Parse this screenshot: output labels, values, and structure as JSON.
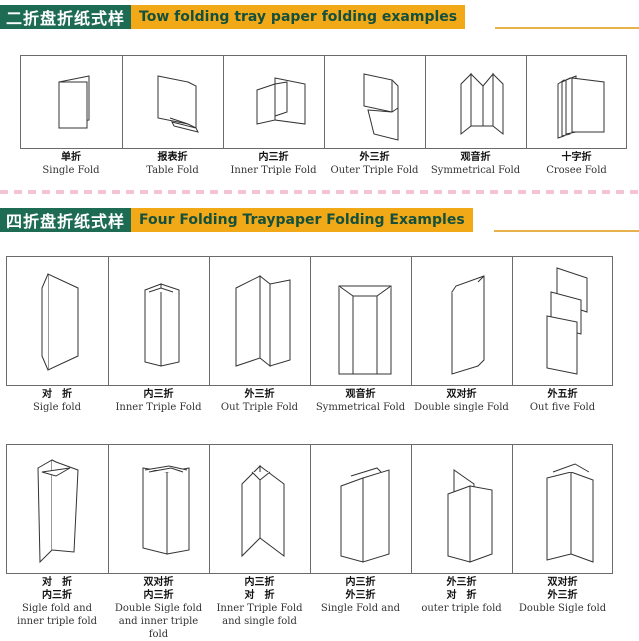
{
  "section1": {
    "title_cn": "二折盘折纸式样",
    "title_en": "Tow folding tray paper folding examples",
    "items": [
      {
        "zh": "单折",
        "en": "Single Fold"
      },
      {
        "zh": "报表折",
        "en": "Table Fold"
      },
      {
        "zh": "内三折",
        "en": "Inner Triple Fold"
      },
      {
        "zh": "外三折",
        "en": "Outer Triple Fold"
      },
      {
        "zh": "观音折",
        "en": "Symmetrical Fold"
      },
      {
        "zh": "十字折",
        "en": "Crosee Fold"
      }
    ]
  },
  "section2": {
    "title_cn": "四折盘折纸式样",
    "title_en": "Four Folding Traypaper  Folding Examples",
    "row1": [
      {
        "zh": "对　折",
        "en": "Sigle fold"
      },
      {
        "zh": "内三折",
        "en": "Inner Triple Fold"
      },
      {
        "zh": "外三折",
        "en": "Out Triple Fold"
      },
      {
        "zh": "观音折",
        "en": "Symmetrical Fold"
      },
      {
        "zh": "双对折",
        "en": "Double single Fold"
      },
      {
        "zh": "外五折",
        "en": "Out five  Fold"
      }
    ],
    "row2": [
      {
        "zh1": "对　折",
        "zh2": "内三折",
        "en1": "Sigle fold and",
        "en2": "inner triple fold"
      },
      {
        "zh1": "双对折",
        "zh2": "内三折",
        "en1": "Double Sigle fold",
        "en2": "and inner triple fold"
      },
      {
        "zh1": "内三折",
        "zh2": "对　折",
        "en1": "Inner Triple Fold",
        "en2": "and single fold"
      },
      {
        "zh1": "内三折",
        "zh2": "外三折",
        "en1": "Single Fold and",
        "en2": ""
      },
      {
        "zh1": "外三折",
        "zh2": "对　折",
        "en1": "outer triple fold",
        "en2": ""
      },
      {
        "zh1": "双对折",
        "zh2": "外三折",
        "en1": "Double Sigle fold",
        "en2": ""
      }
    ]
  }
}
